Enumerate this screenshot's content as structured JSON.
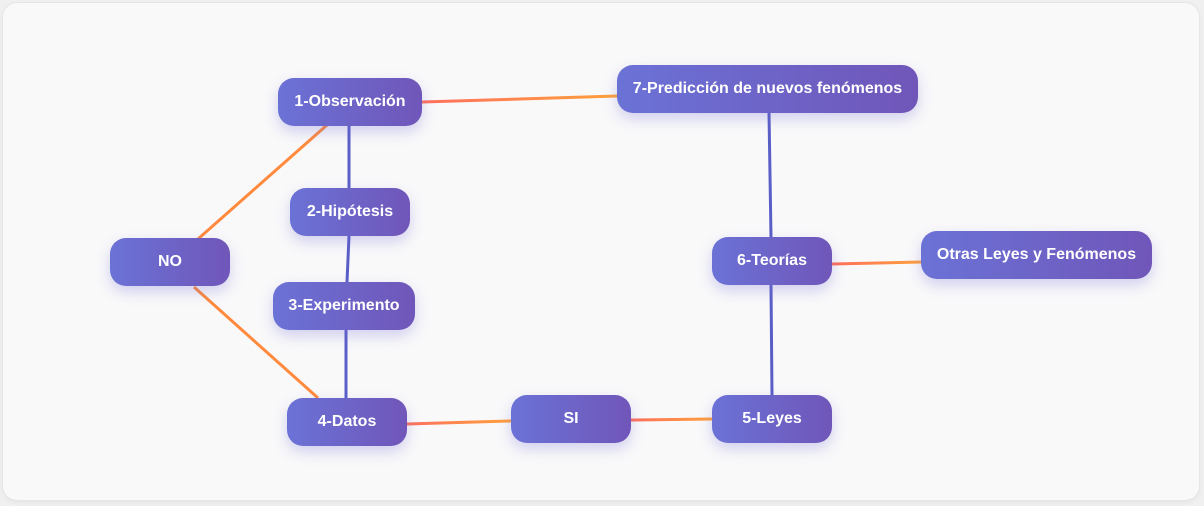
{
  "diagram": {
    "nodes": {
      "observacion": "1-Observación",
      "hipotesis": "2-Hipótesis",
      "experimento": "3-Experimento",
      "datos": "4-Datos",
      "no": "NO",
      "si": "SI",
      "leyes": "5-Leyes",
      "teorias": "6-Teorías",
      "prediccion": "7-Predicción de nuevos fenómenos",
      "otras": "Otras Leyes y Fenómenos"
    },
    "edges": [
      {
        "from": "observacion",
        "to": "hipotesis",
        "color": "#5a5fc8"
      },
      {
        "from": "hipotesis",
        "to": "experimento",
        "color": "#5a5fc8"
      },
      {
        "from": "experimento",
        "to": "datos",
        "color": "#5a5fc8"
      },
      {
        "from": "no",
        "to": "observacion",
        "color": "#ff8a3d"
      },
      {
        "from": "no",
        "to": "datos",
        "color": "#ff8a3d"
      },
      {
        "from": "datos",
        "to": "si",
        "color": "#ff8a3d"
      },
      {
        "from": "si",
        "to": "leyes",
        "color": "#ff8a3d"
      },
      {
        "from": "leyes",
        "to": "teorias",
        "color": "#5a5fc8"
      },
      {
        "from": "teorias",
        "to": "prediccion",
        "color": "#5a5fc8"
      },
      {
        "from": "observacion",
        "to": "prediccion",
        "color": "#ff8a3d"
      },
      {
        "from": "teorias",
        "to": "otras",
        "color": "#ff8a3d"
      }
    ]
  },
  "colors": {
    "node_gradient_start": "#6b72d6",
    "node_gradient_end": "#7056b9",
    "blue_edge": "#5a5fc8",
    "orange_edge": "#ff8a3d",
    "background": "#f9f9fa"
  }
}
